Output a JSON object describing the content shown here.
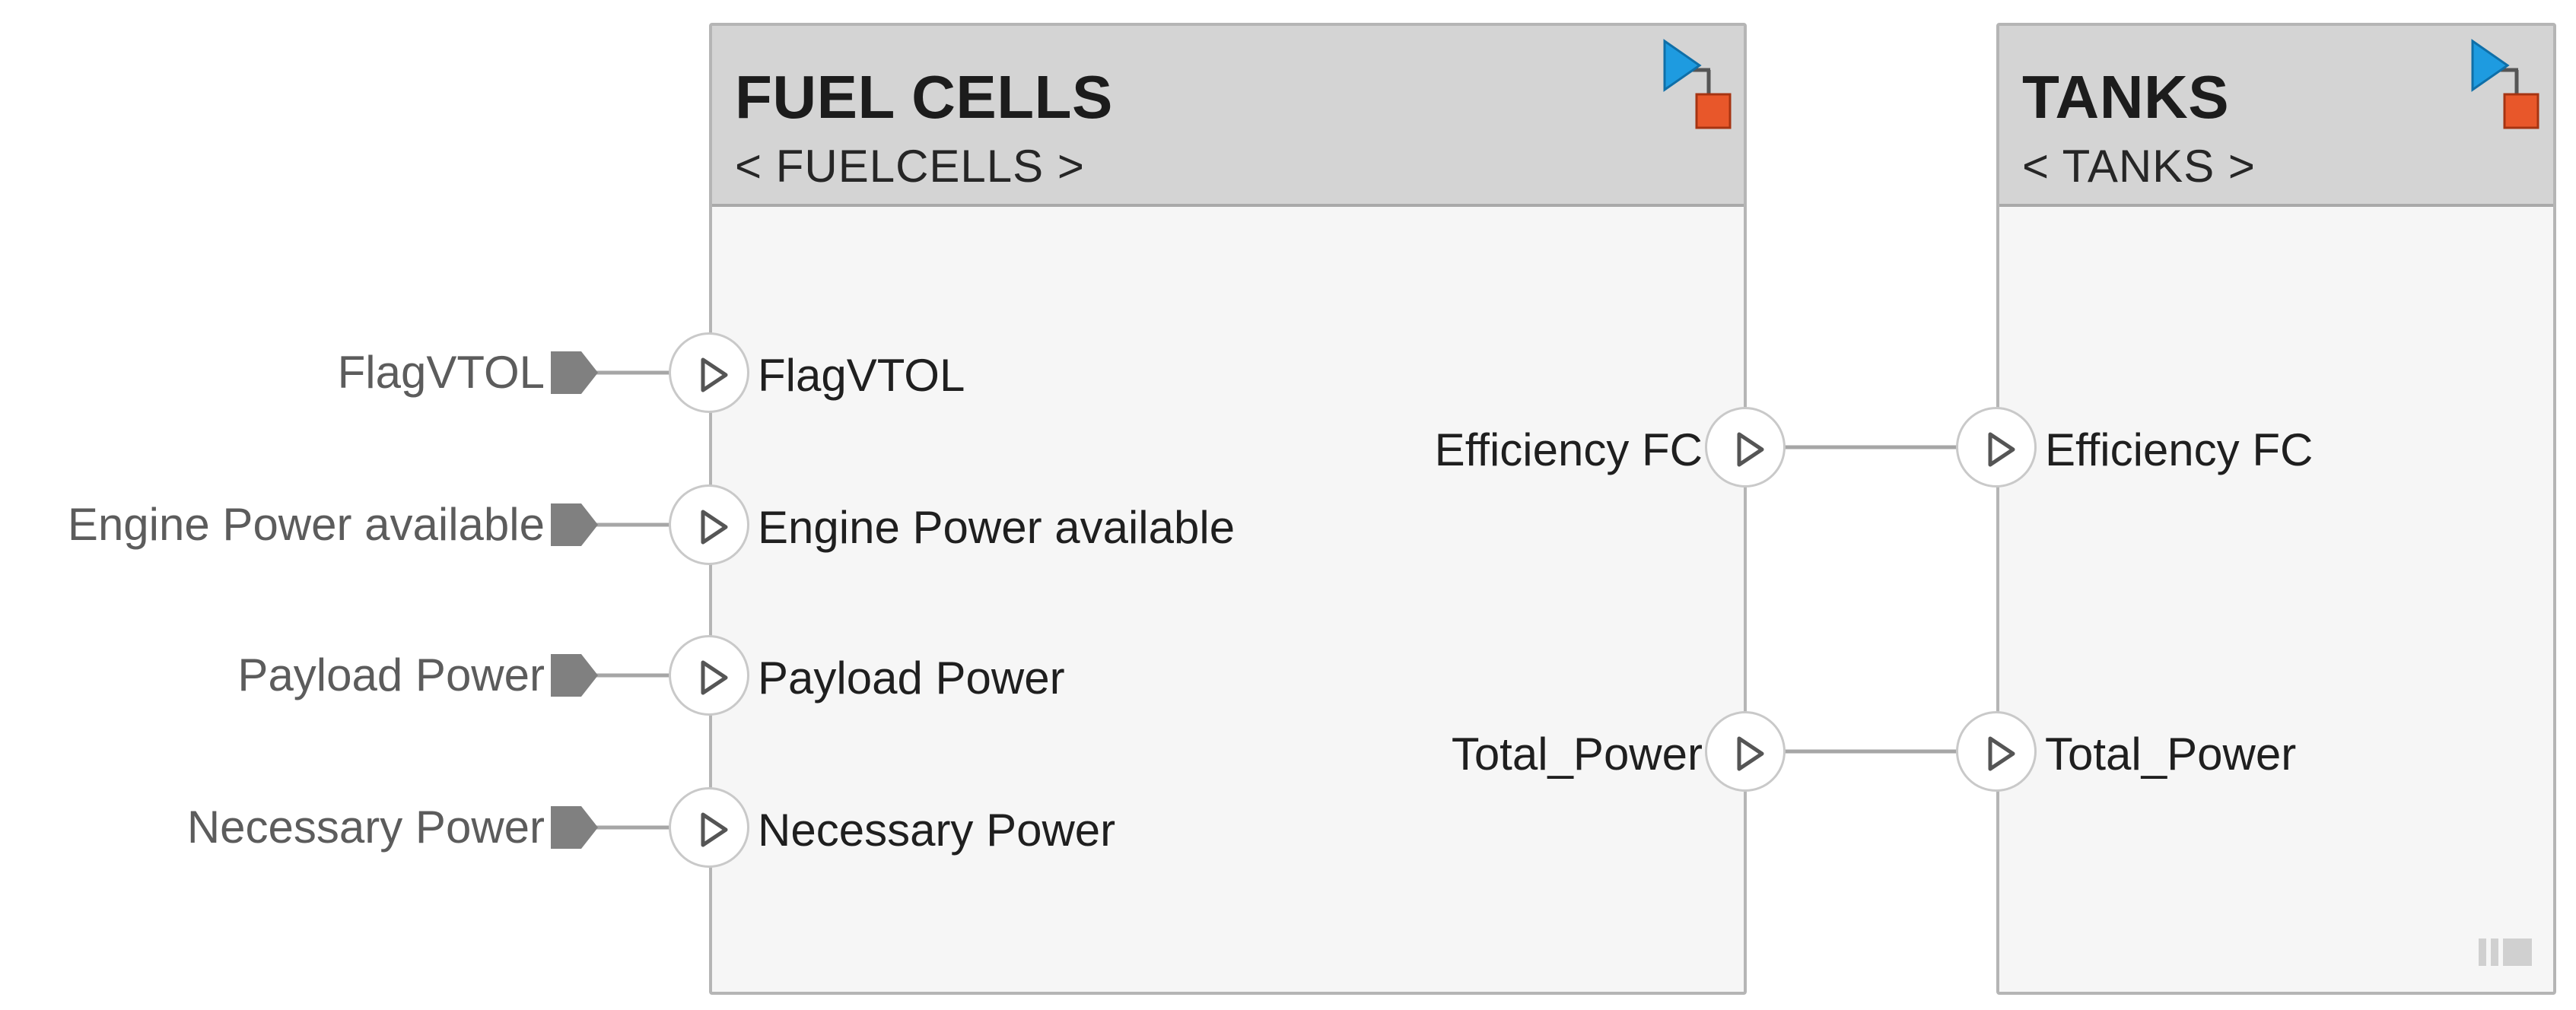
{
  "fuel_cells": {
    "title": "FUEL CELLS",
    "subtitle": "< FUELCELLS >",
    "inputs": [
      {
        "label": "FlagVTOL"
      },
      {
        "label": "Engine Power available"
      },
      {
        "label": "Payload Power"
      },
      {
        "label": "Necessary Power"
      }
    ],
    "outputs": [
      {
        "label": "Efficiency FC"
      },
      {
        "label": "Total_Power"
      }
    ]
  },
  "tanks": {
    "title": "TANKS",
    "subtitle": "< TANKS >",
    "inputs": [
      {
        "label": "Efficiency FC"
      },
      {
        "label": "Total_Power"
      }
    ]
  },
  "external_inports": [
    {
      "label": "FlagVTOL"
    },
    {
      "label": "Engine Power available"
    },
    {
      "label": "Payload Power"
    },
    {
      "label": "Necessary Power"
    }
  ],
  "colors": {
    "wire": "#a6a6a6",
    "inport_tag": "#808080",
    "ref_arrow": "#1e9be0",
    "ref_square": "#e8572a"
  }
}
